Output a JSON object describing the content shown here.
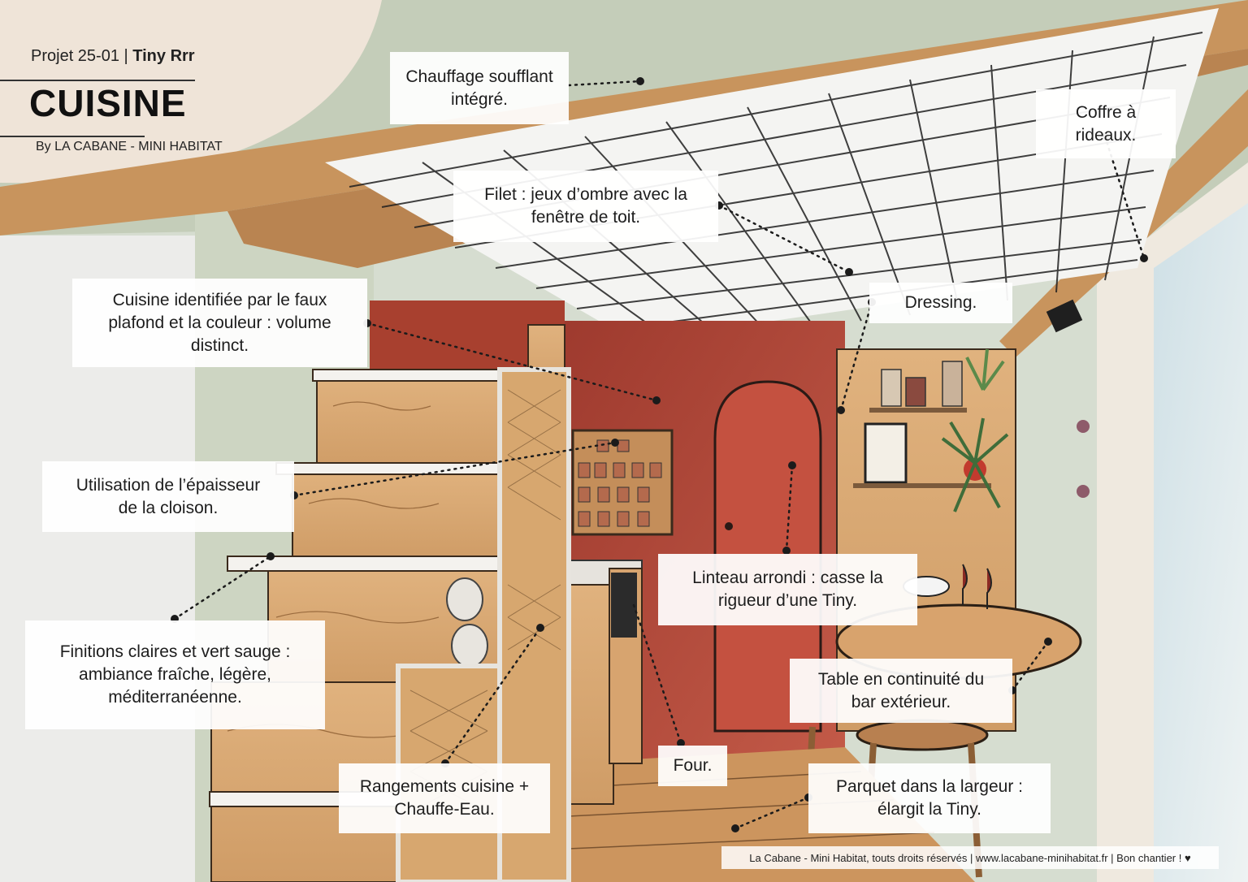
{
  "header": {
    "project": "Projet 25-01 | ",
    "project_name": "Tiny Rrr",
    "title": "CUISINE",
    "byline": "By LA CABANE - MINI HABITAT"
  },
  "annotations": {
    "chauffage": [
      "Chauffage soufflant",
      "intégré."
    ],
    "coffre": [
      "Coffre à",
      "rideaux."
    ],
    "filet": [
      "Filet : jeux d’ombre avec la",
      "fenêtre de toit."
    ],
    "dressing": [
      "Dressing."
    ],
    "cuisine_id": [
      "Cuisine identifiée par le faux",
      "plafond et la couleur : volume",
      "distinct."
    ],
    "epaisseur": [
      "Utilisation de l’épaisseur",
      "de la cloison."
    ],
    "linteau": [
      "Linteau arrondi : casse la",
      "rigueur d’une Tiny."
    ],
    "finitions": [
      "Finitions claires et vert sauge :",
      "ambiance fraîche, légère,",
      "méditerranéenne."
    ],
    "table": [
      "Table en continuité du",
      "bar extérieur."
    ],
    "four": [
      "Four."
    ],
    "rangements": [
      "Rangements cuisine +",
      "Chauffe-Eau."
    ],
    "parquet": [
      "Parquet dans la largeur :",
      "élargit la Tiny."
    ]
  },
  "footer": "La Cabane - Mini Habitat, touts droits réservés | www.lacabane-minihabitat.fr | Bon chantier ! ♥",
  "colors": {
    "wall_red": "#b5473a",
    "wood": "#d9a873",
    "sage": "#c9d2c0",
    "beige": "#eee5da"
  }
}
